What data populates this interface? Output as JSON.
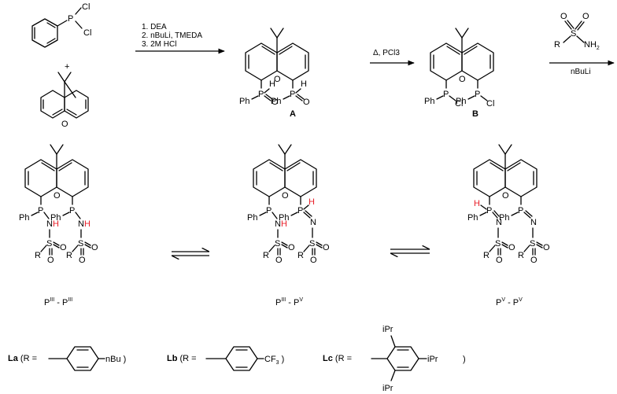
{
  "reagents_step1": [
    "1. DEA",
    "2. nBuLi, TMEDA",
    "3. 2M HCl"
  ],
  "reagents_step2": "Δ, PCl3",
  "reagents_step3": {
    "above": "R-SO2-NH2",
    "below": "nBuLi"
  },
  "atoms": {
    "P": "P",
    "Cl": "Cl",
    "O": "O",
    "H": "H",
    "N": "N",
    "S": "S",
    "NH": "NH",
    "NH2": "NH",
    "R": "R",
    "Ph": "Ph",
    "plus": "+"
  },
  "compound_labels": {
    "A": "A",
    "B": "B"
  },
  "tautomer_labels": [
    {
      "left": "P",
      "left_sup": "III",
      "sep": " - ",
      "right": "P",
      "right_sup": "III"
    },
    {
      "left": "P",
      "left_sup": "III",
      "sep": " - ",
      "right": "P",
      "right_sup": "V"
    },
    {
      "left": "P",
      "left_sup": "V",
      "sep": " - ",
      "right": "P",
      "right_sup": "V"
    }
  ],
  "ligands": [
    {
      "name": "La",
      "prefix": " (R = ",
      "substituent": "nBu",
      "suffix": " )"
    },
    {
      "name": "Lb",
      "prefix": " (R = ",
      "substituent": "CF",
      "sub_index": "3",
      "suffix": " )"
    },
    {
      "name": "Lc",
      "prefix": " (R = ",
      "substituent": "iPr",
      "ortho": "iPr",
      "suffix": " )"
    }
  ],
  "highlight_color": "#e8202a"
}
